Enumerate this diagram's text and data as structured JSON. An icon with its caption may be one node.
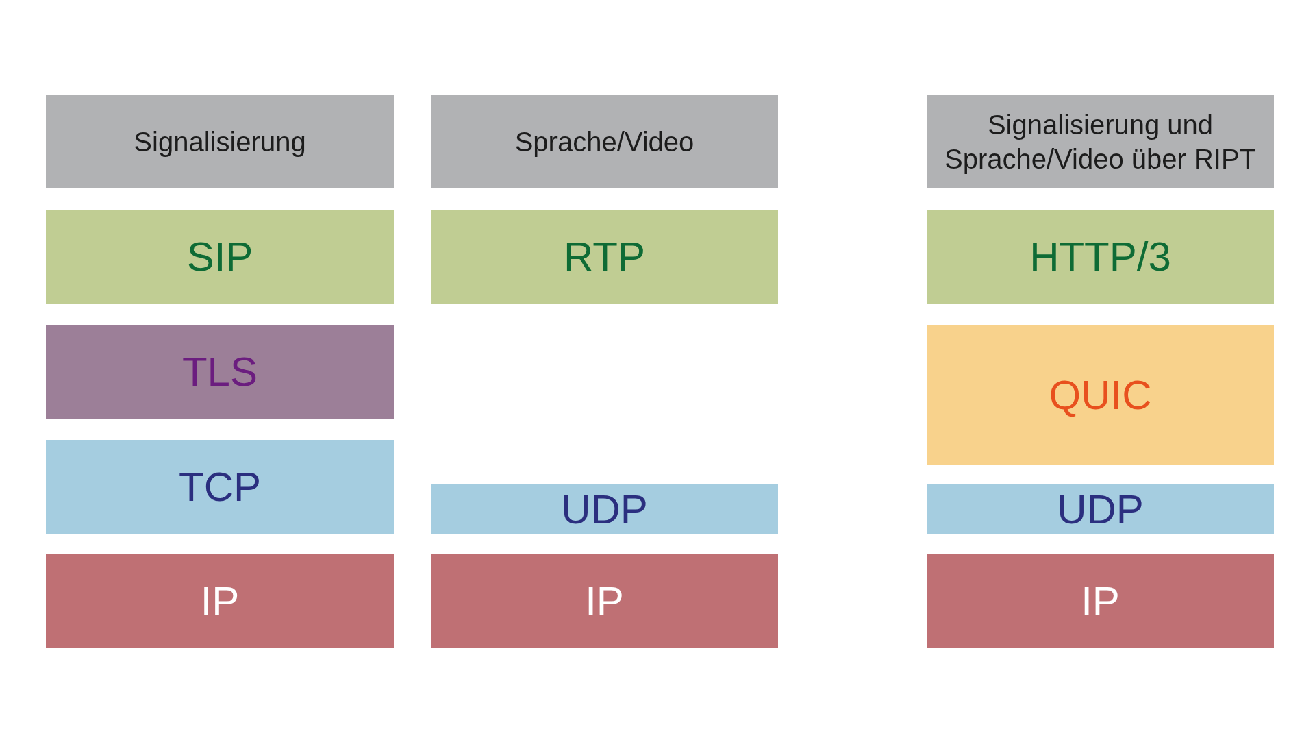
{
  "diagram": {
    "nodes": [
      {
        "text": [
          "Signalisierung"
        ]
      },
      {
        "text": [
          "Sprache/Video"
        ]
      },
      {
        "text": [
          "Signalisierung und Sprache/Video über RIPT"
        ]
      },
      {
        "text": [
          "SIP"
        ]
      },
      {
        "text": [
          "RTP"
        ]
      },
      {
        "text": [
          "HTTP/3"
        ]
      },
      {
        "text": [
          "TLS"
        ]
      },
      {
        "text": [
          "QUIC"
        ]
      },
      {
        "text": [
          "TCP"
        ]
      },
      {
        "text": [
          "UDP"
        ]
      },
      {
        "text": [
          "UDP"
        ]
      },
      {
        "text": [
          "IP"
        ]
      },
      {
        "text": [
          "IP"
        ]
      },
      {
        "text": [
          "IP"
        ]
      }
    ]
  }
}
